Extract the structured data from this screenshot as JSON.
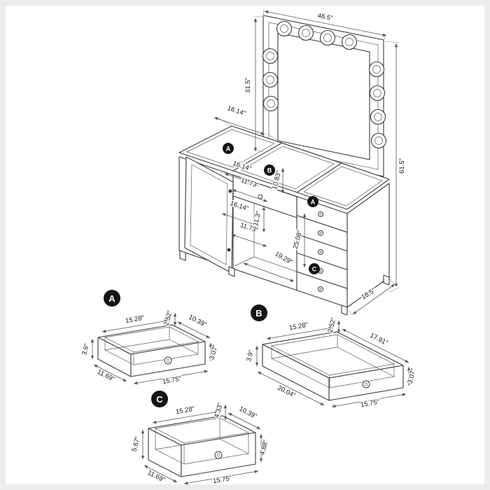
{
  "diagram": {
    "kind": "furniture-dimension-diagram",
    "subject": "lighted-mirror-vanity-with-drawers"
  },
  "colors": {
    "line": "#3a3a3a",
    "dimension_line": "#555555",
    "badge_background": "#141414",
    "badge_text": "#ffffff",
    "background": "#ffffff"
  },
  "main_unit": {
    "badges": {
      "top_left": "A",
      "center_drawer": "B",
      "stack_top": "A",
      "stack_bottom": "C"
    },
    "dims": {
      "mirror_width": "46.5\"",
      "mirror_height": "31.5\"",
      "overall_height": "61.5\"",
      "base_depth": "18.5\"",
      "top_section_width": "16.14\"",
      "opening_width_upper": "16.14\"",
      "shelf_width_upper": "11.73\"",
      "opening_height_upper": "10.83\"",
      "opening_width_lower": "16.14\"",
      "opening_height_lower": "11.3\"",
      "shelf_width_lower": "11.73\"",
      "kneespace_height": "25.08\"",
      "kneespace_width": "19.29\""
    }
  },
  "drawer_a": {
    "badge": "A",
    "dims": {
      "inner_height": "2.52\"",
      "inner_depth": "10.39\"",
      "inner_width": "15.28\"",
      "side_height": "3.07\"",
      "front_height": "3.9\"",
      "outer_depth": "11.69\"",
      "outer_width": "15.75\""
    }
  },
  "drawer_b": {
    "badge": "B",
    "dims": {
      "inner_height": "2.52\"",
      "inner_depth": "17.91\"",
      "inner_width": "15.28\"",
      "side_height": "3.07\"",
      "front_height": "3.9\"",
      "outer_depth": "20.04\"",
      "outer_width": "15.75\""
    }
  },
  "drawer_c": {
    "badge": "C",
    "dims": {
      "inner_height": "4.33\"",
      "inner_depth": "10.39\"",
      "inner_width": "15.28\"",
      "side_height": "4.88\"",
      "front_height": "5.67\"",
      "outer_depth": "11.69\"",
      "outer_width": "15.75\""
    }
  }
}
